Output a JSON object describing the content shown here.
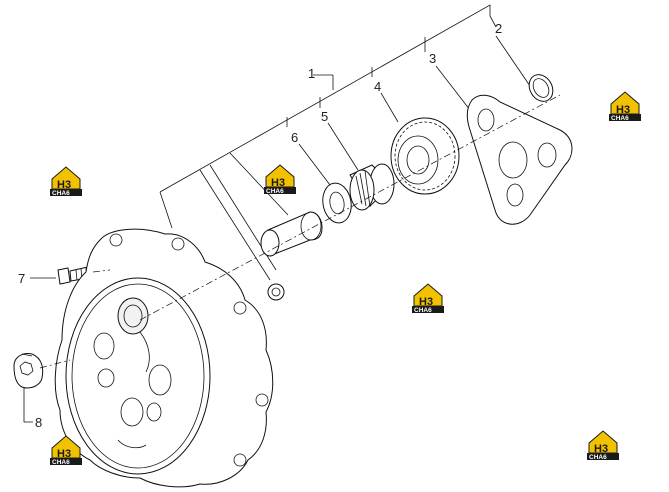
{
  "callouts": [
    {
      "id": "1",
      "label": "1"
    },
    {
      "id": "2",
      "label": "2"
    },
    {
      "id": "3",
      "label": "3"
    },
    {
      "id": "4",
      "label": "4"
    },
    {
      "id": "5",
      "label": "5"
    },
    {
      "id": "6",
      "label": "6"
    },
    {
      "id": "7",
      "label": "7"
    },
    {
      "id": "8",
      "label": "8"
    }
  ],
  "watermark": {
    "mark": "H3",
    "sub": "CHA6"
  },
  "colors": {
    "logo_yellow": "#f2c200",
    "logo_black": "#1a1a1a",
    "line": "#111111"
  }
}
